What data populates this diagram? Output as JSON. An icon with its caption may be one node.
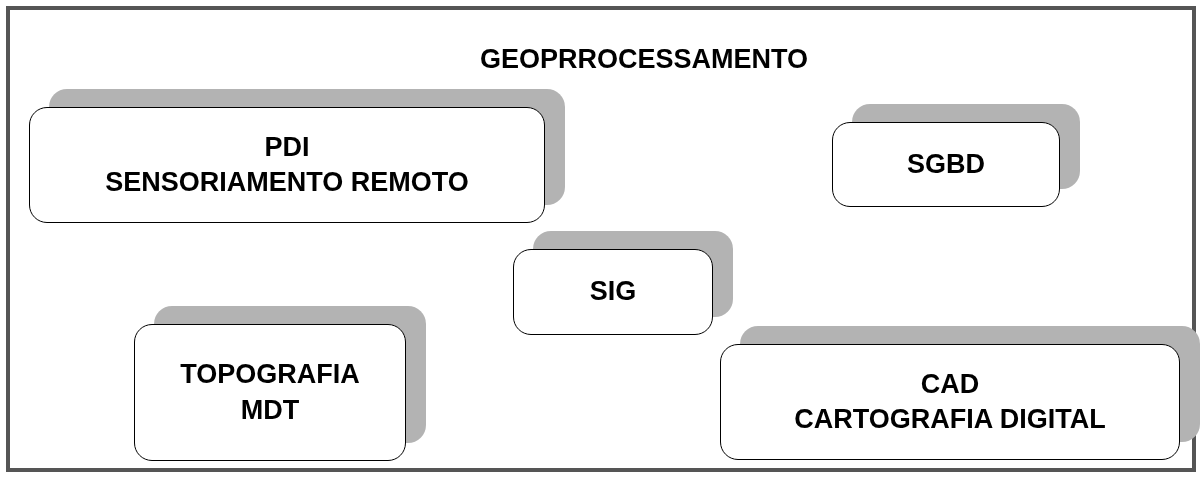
{
  "diagram": {
    "title": "GEOPRROCESSAMENTO",
    "nodes": [
      {
        "text": [
          "PDI",
          "SENSORIAMENTO REMOTO"
        ]
      },
      {
        "text": [
          "SGBD"
        ]
      },
      {
        "text": [
          "SIG"
        ]
      },
      {
        "text": [
          "TOPOGRAFIA",
          "MDT"
        ]
      },
      {
        "text": [
          "CAD",
          "CARTOGRAFIA DIGITAL"
        ]
      }
    ],
    "edges": []
  }
}
